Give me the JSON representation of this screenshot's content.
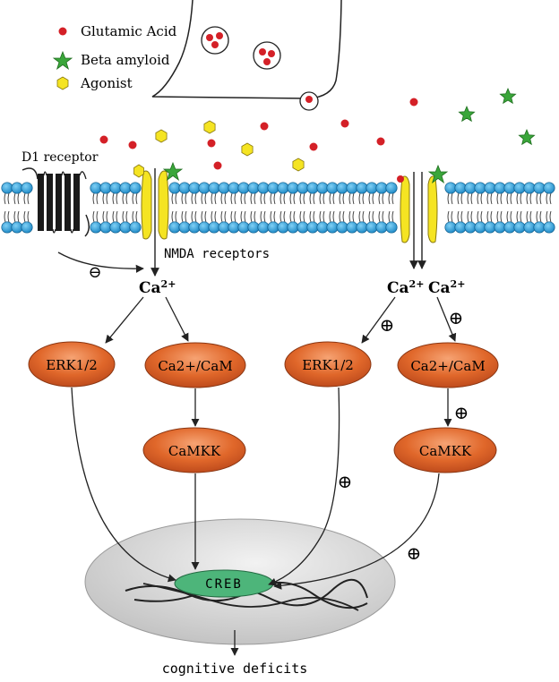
{
  "legend": {
    "glutamic_acid": "Glutamic Acid",
    "beta_amyloid": "Beta amyloid",
    "agonist": "Agonist"
  },
  "labels": {
    "d1_receptor": "D1 receptor",
    "nmda_receptors": "NMDA receptors",
    "calcium": "Ca",
    "calcium_charge": "2+",
    "cognitive_deficits": "cognitive deficits",
    "inhibit_sign": "⊖",
    "activate_sign": "⊕"
  },
  "left_pathway": {
    "erk": "ERK1/2",
    "ca_cam": "Ca2+/CaM",
    "camkk": "CaMKK"
  },
  "right_pathway": {
    "erk": "ERK1/2",
    "ca_cam": "Ca2+/CaM",
    "camkk": "CaMKK"
  },
  "nucleus": {
    "creb": "CREB"
  },
  "colors": {
    "glutamic_acid": "#d42027",
    "beta_amyloid": "#3aa63a",
    "agonist": "#f5e422",
    "lipid_head": "#2b9fd8",
    "nmda_channel": "#f5e422",
    "node_fill": "#e06a2b",
    "creb_fill": "#4db57a",
    "nucleus_fill": "#d9d9d9"
  }
}
